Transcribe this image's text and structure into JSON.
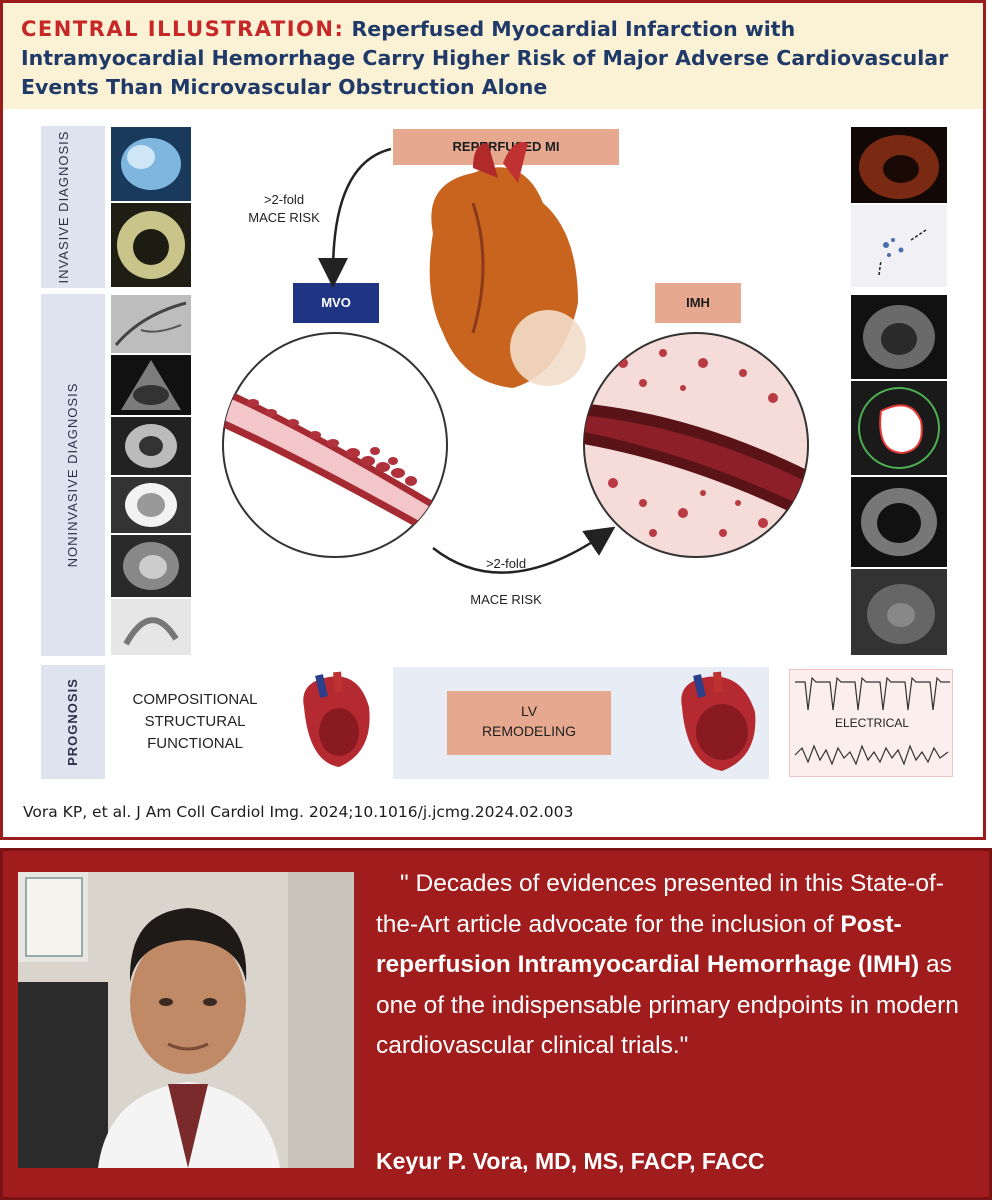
{
  "header": {
    "lead": "CENTRAL ILLUSTRATION:",
    "title": "Reperfused Myocardial Infarction with Intramyocardial Hemorrhage Carry Higher Risk of Major Adverse Cardiovascular Events Than Microvascular Obstruction Alone"
  },
  "sidebar": {
    "invasive": "INVASIVE DIAGNOSIS",
    "noninvasive": "NONINVASIVE DIAGNOSIS",
    "prognosis": "PROGNOSIS"
  },
  "diagram": {
    "top_box": "REPERFUSED MI",
    "left_box": "MVO",
    "right_box": "IMH",
    "arrow_top_line1": ">2-fold",
    "arrow_top_line2": "MACE RISK",
    "arrow_bottom_line1": ">2-fold",
    "arrow_bottom_line2": "MACE RISK"
  },
  "prognosis": {
    "line1": "COMPOSITIONAL",
    "line2": "STRUCTURAL",
    "line3": "FUNCTIONAL",
    "center_line1": "LV",
    "center_line2": "REMODELING",
    "electrical": "ELECTRICAL"
  },
  "citation": "Vora KP, et al. J Am Coll Cardiol Img. 2024;10.1016/j.jcmg.2024.02.003",
  "quote": {
    "part1": "\" Decades of evidences presented in this State-of-the-Art article advocate for the inclusion of ",
    "bold": "Post-reperfusion Intramyocardial Hemorrhage (IMH)",
    "part2": " as one of the indispensable primary endpoints in modern cardiovascular clinical trials.\""
  },
  "author": "Keyur P. Vora, MD, MS, FACP, FACC",
  "colors": {
    "brand_red": "#a11d1d",
    "header_bg": "#fbf1d4",
    "title_navy": "#1f3a68",
    "lead_red": "#c62828",
    "mvo_navy": "#1f3584",
    "peach": "#e6a88e"
  }
}
